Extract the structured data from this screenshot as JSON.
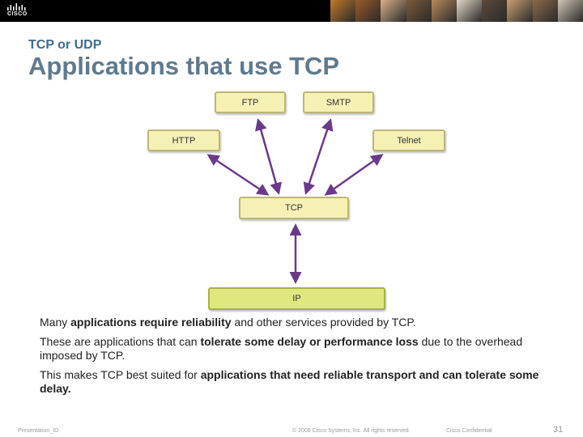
{
  "header": {
    "logo_text": "CISCO",
    "photo_colors": [
      "#c07a2a",
      "#9a5a2a",
      "#d8b08a",
      "#7a5a3a",
      "#b88a5a",
      "#e0d6c6",
      "#5a4a3a",
      "#c8a070",
      "#8a6a4a",
      "#cfc6b6"
    ]
  },
  "slide": {
    "section": "TCP or  UDP",
    "title": "Applications that use TCP"
  },
  "diagram": {
    "nodes": {
      "ftp": "FTP",
      "smtp": "SMTP",
      "http": "HTTP",
      "telnet": "Telnet",
      "tcp": "TCP",
      "ip": "IP"
    },
    "arrow_color": "#6a3a8a"
  },
  "body": {
    "p1_a": "Many ",
    "p1_b": "applications require reliability",
    "p1_c": " and other services provided by TCP.",
    "p2_a": "These are applications that can ",
    "p2_b": "tolerate some delay or performance loss",
    "p2_c": " due to the overhead imposed by TCP.",
    "p3_a": "This makes TCP best suited for ",
    "p3_b": "applications that need reliable transport and can tolerate some delay."
  },
  "footer": {
    "presentation": "Presentation_ID",
    "copyright": "© 2008 Cisco Systems, Inc. All rights reserved.",
    "confidential": "Cisco Confidential",
    "page_number": "31"
  }
}
